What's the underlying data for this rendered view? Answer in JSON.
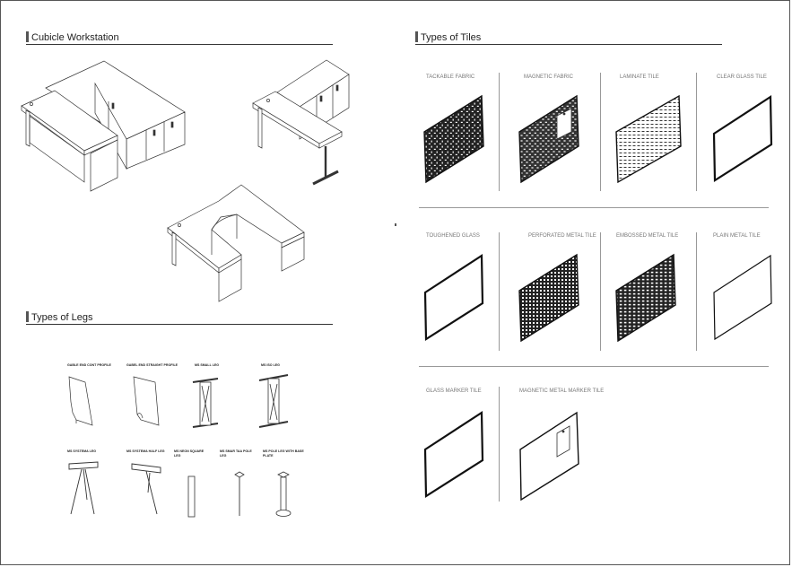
{
  "sections": {
    "cubicle": "Cubicle Workstation",
    "tiles": "Types of Tiles",
    "legs": "Types of Legs"
  },
  "tiles": [
    {
      "label": "TACKABLE FABRIC"
    },
    {
      "label": "MAGNETIC FABRIC"
    },
    {
      "label": "LAMINATE TILE"
    },
    {
      "label": "CLEAR GLASS TILE"
    },
    {
      "label": "TOUGHENED GLASS"
    },
    {
      "label": "PERFORATED METAL TILE"
    },
    {
      "label": "EMBOSSED METAL TILE"
    },
    {
      "label": "PLAIN METAL TILE"
    },
    {
      "label": "GLASS MARKER TILE"
    },
    {
      "label": "MAGNETIC METAL MARKER TILE"
    }
  ],
  "legs": [
    {
      "label": "GABLE END CONT PROFILE"
    },
    {
      "label": "GABEL END STRAIGHT PROFILE"
    },
    {
      "label": "MS SMALL LEG"
    },
    {
      "label": "MS ISO LEG"
    },
    {
      "label": "MS SYSTEMA LEG"
    },
    {
      "label": "MS SYSTEMA HALF LEG"
    },
    {
      "label": "MS NEON SQUARE LEG"
    },
    {
      "label": "MS SMAR TAA POLE LEG"
    },
    {
      "label": "MS POLE LEG WITH BASE PLATE"
    }
  ]
}
